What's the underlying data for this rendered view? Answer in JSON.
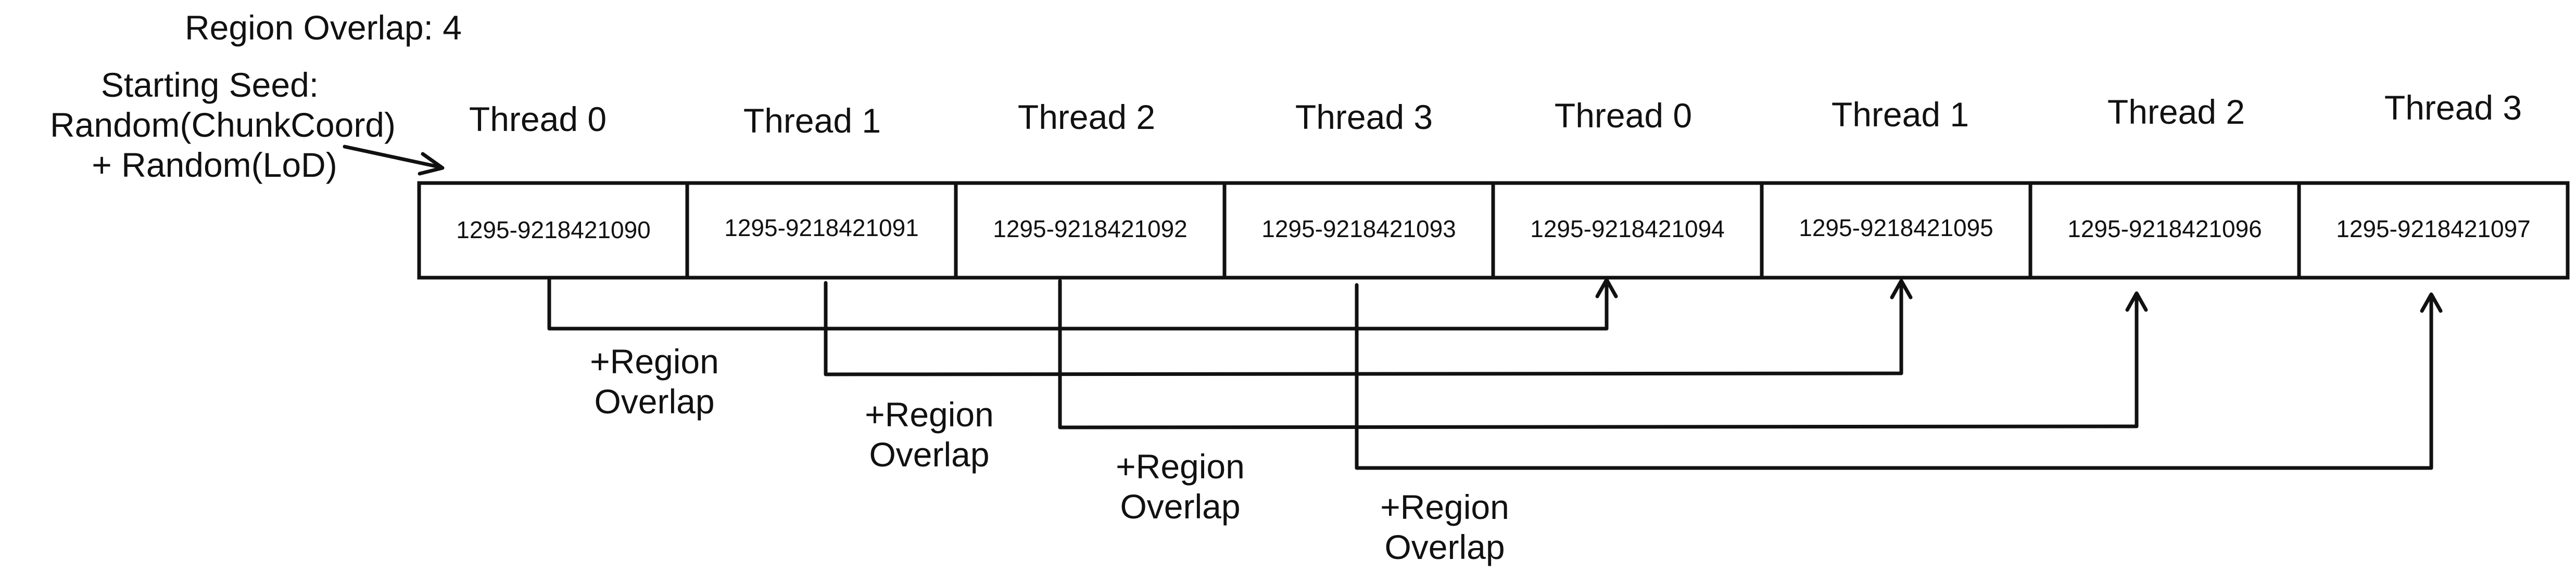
{
  "region_overlap_label": "Region Overlap: 4",
  "starting_seed": {
    "line1": "Starting Seed:",
    "line2": "Random(ChunkCoord)",
    "line3": "+ Random(LoD)"
  },
  "threads": [
    "Thread 0",
    "Thread 1",
    "Thread 2",
    "Thread 3",
    "Thread 0",
    "Thread 1",
    "Thread 2",
    "Thread 3"
  ],
  "cells": [
    "1295-9218421090",
    "1295-9218421091",
    "1295-9218421092",
    "1295-9218421093",
    "1295-9218421094",
    "1295-9218421095",
    "1295-9218421096",
    "1295-9218421097"
  ],
  "overlap_links": [
    {
      "from": 0,
      "to": 4,
      "line1": "+Region",
      "line2": "Overlap"
    },
    {
      "from": 1,
      "to": 5,
      "line1": "+Region",
      "line2": "Overlap"
    },
    {
      "from": 2,
      "to": 6,
      "line1": "+Region",
      "line2": "Overlap"
    },
    {
      "from": 3,
      "to": 7,
      "line1": "+Region",
      "line2": "Overlap"
    }
  ]
}
